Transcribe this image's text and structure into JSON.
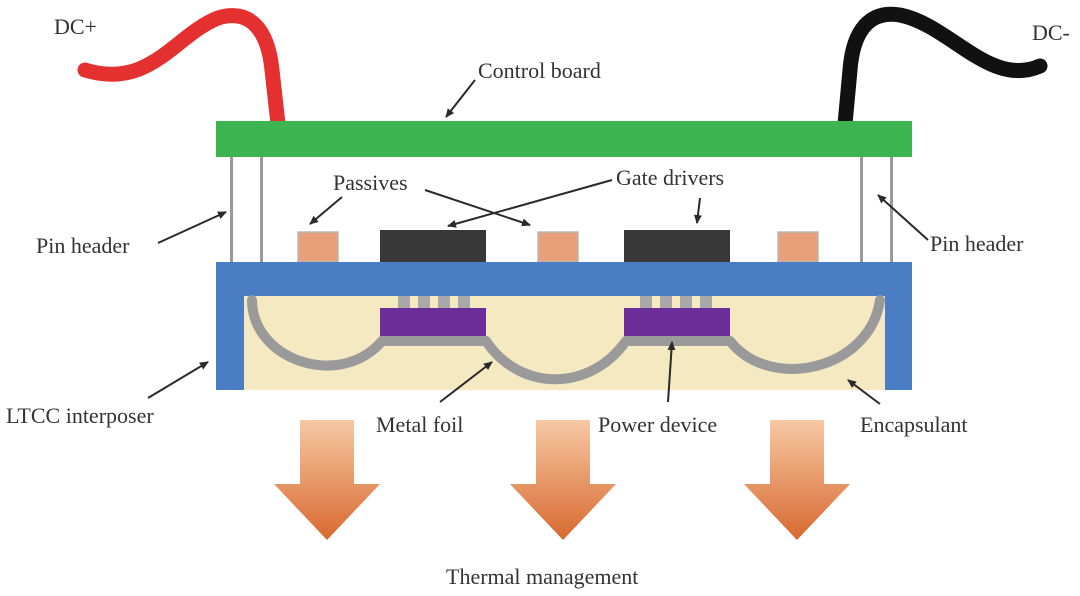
{
  "labels": {
    "dc_plus": "DC+",
    "dc_minus": "DC-",
    "control_board": "Control board",
    "passives": "Passives",
    "gate_drivers": "Gate drivers",
    "pin_header_left": "Pin header",
    "pin_header_right": "Pin header",
    "ltcc_interposer": "LTCC interposer",
    "metal_foil": "Metal foil",
    "power_device": "Power device",
    "encapsulant": "Encapsulant",
    "thermal_management": "Thermal management"
  },
  "colors": {
    "control_board": "#3cb450",
    "interposer": "#4a7dc4",
    "encapsulant": "#f5e9c2",
    "power_device": "#6a2d9a",
    "gate_driver": "#383838",
    "passive": "#e8a07a",
    "metal_foil": "#9a9a9a",
    "dc_plus_wire": "#e53030",
    "dc_minus_wire": "#111111",
    "arrow": "#e07a40"
  }
}
